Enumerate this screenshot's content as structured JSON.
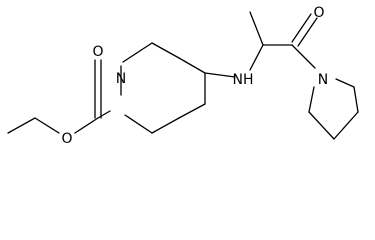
{
  "molecule": {
    "atoms": {
      "ester_carbonyl_O": "O",
      "ester_ether_O": "O",
      "piperidine_N": "N",
      "amine_NH": "NH",
      "amide_carbonyl_O": "O",
      "pyrrolidine_N": "N"
    }
  }
}
